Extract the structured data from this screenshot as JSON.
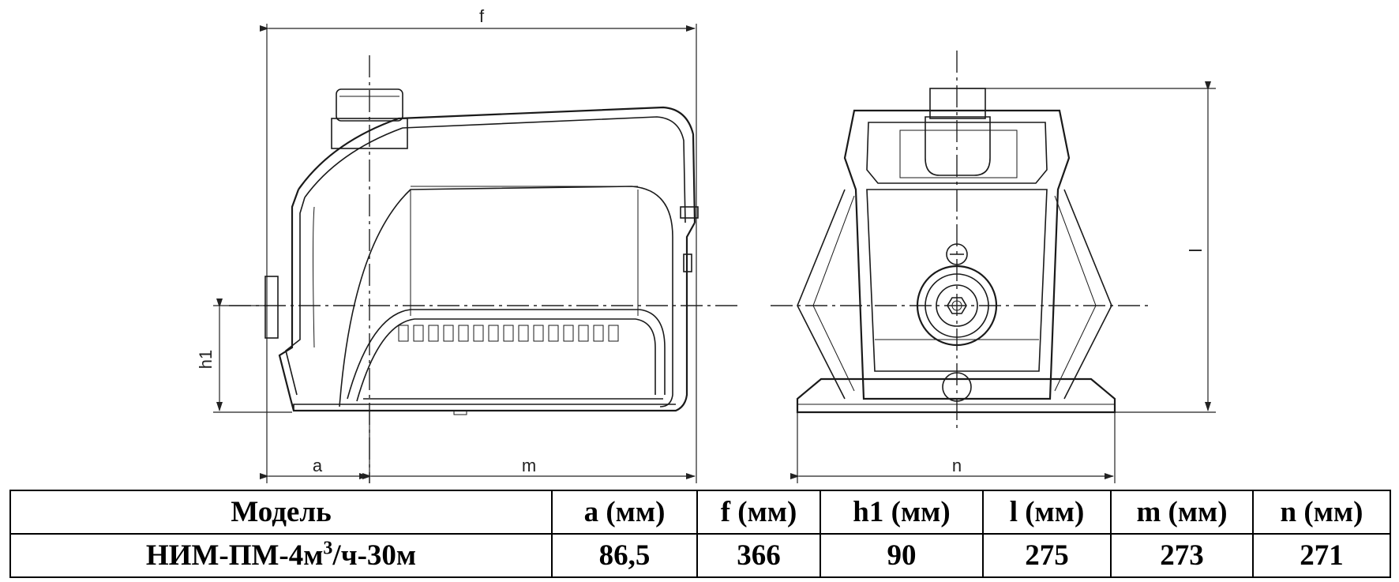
{
  "drawing": {
    "dim_labels": {
      "f": "f",
      "a": "a",
      "m": "m",
      "n": "n",
      "h1": "h1",
      "l": "l"
    }
  },
  "table": {
    "headers": [
      "Модель",
      "a (мм)",
      "f (мм)",
      "h1 (мм)",
      "l (мм)",
      "m (мм)",
      "n (мм)"
    ],
    "row": {
      "model_prefix": "НИМ-ПМ-4м",
      "model_sup": "3",
      "model_suffix": "/ч-30м",
      "values": [
        "86,5",
        "366",
        "90",
        "275",
        "273",
        "271"
      ]
    }
  }
}
